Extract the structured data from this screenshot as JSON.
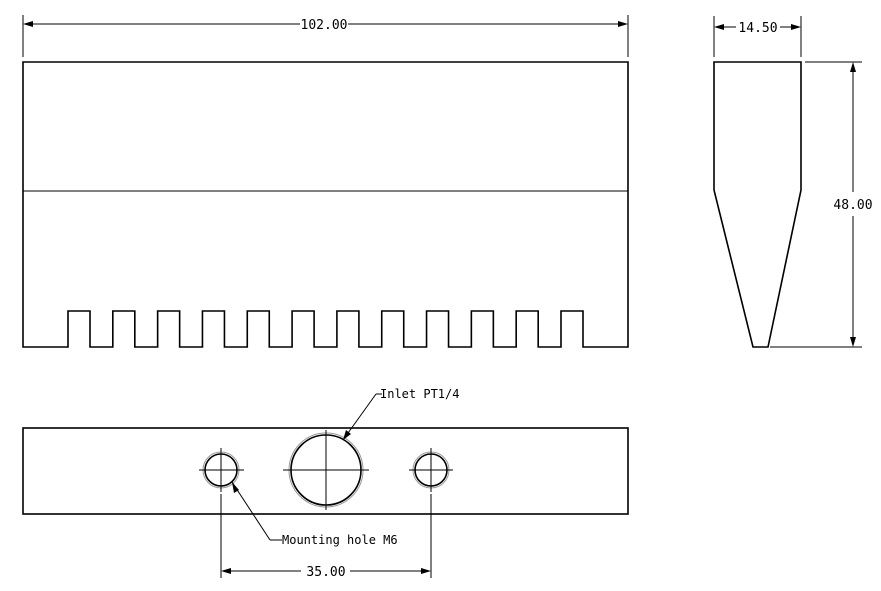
{
  "dimensions": {
    "overall_length": "102.00",
    "width": "14.50",
    "height": "48.00",
    "hole_spacing": "35.00"
  },
  "annotations": {
    "inlet": "Inlet PT1/4",
    "mounting_hole": "Mounting hole M6"
  },
  "teeth": {
    "count": 12
  }
}
